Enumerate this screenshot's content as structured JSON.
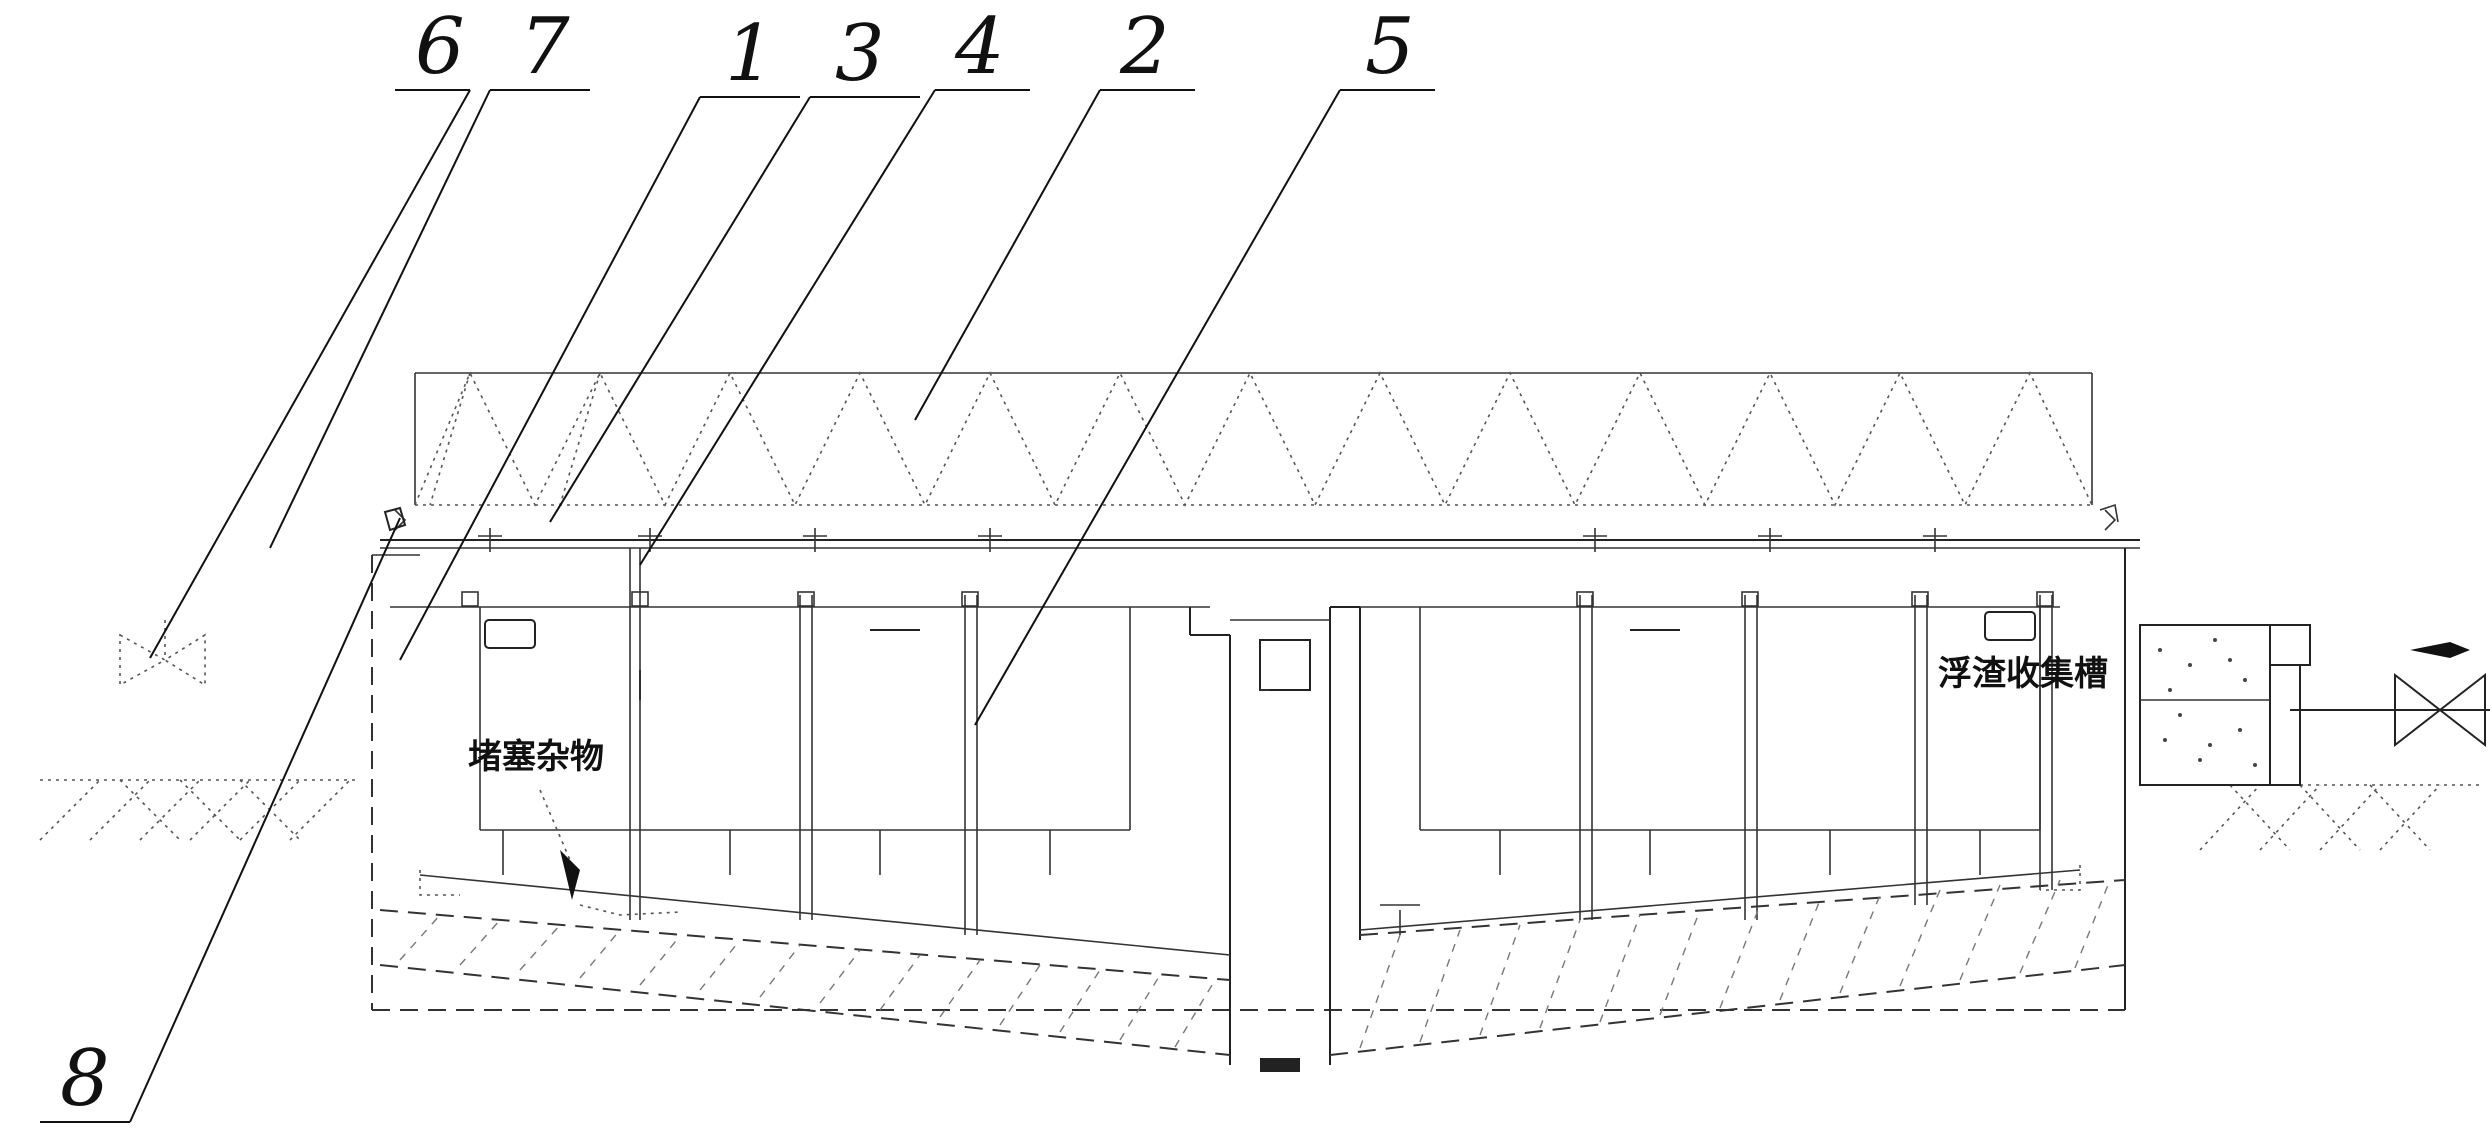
{
  "reference_numerals": [
    "6",
    "7",
    "1",
    "3",
    "4",
    "2",
    "5",
    "8"
  ],
  "annotations": {
    "blockage_label": "堵塞杂物",
    "scum_trough_label": "浮渣收集槽"
  }
}
